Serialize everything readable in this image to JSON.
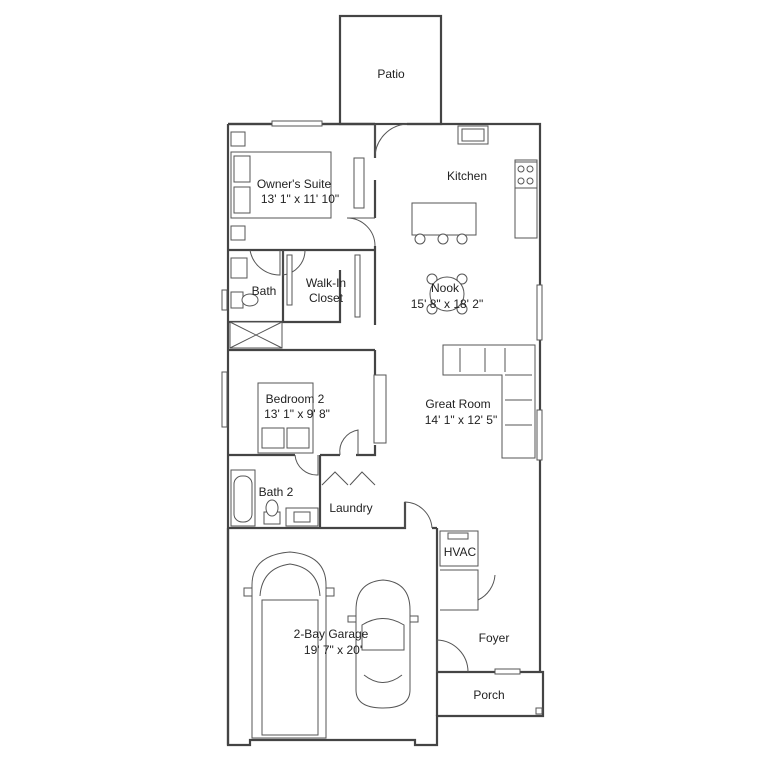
{
  "rooms": {
    "patio": {
      "name": "Patio"
    },
    "kitchen": {
      "name": "Kitchen"
    },
    "owners_suite": {
      "name": "Owner's Suite",
      "dims": "13' 1\" x 11' 10\""
    },
    "bath": {
      "name": "Bath"
    },
    "walk_in_closet": {
      "name1": "Walk-In",
      "name2": "Closet"
    },
    "nook": {
      "name": "Nook",
      "dims": "15' 8\" x 18' 2\""
    },
    "bedroom2": {
      "name": "Bedroom 2",
      "dims": "13' 1\" x 9' 8\""
    },
    "great_room": {
      "name": "Great Room",
      "dims": "14' 1\" x 12' 5\""
    },
    "bath2": {
      "name": "Bath 2"
    },
    "laundry": {
      "name": "Laundry"
    },
    "hvac": {
      "name": "HVAC"
    },
    "garage": {
      "name": "2-Bay Garage",
      "dims": "19' 7\" x 20'"
    },
    "foyer": {
      "name": "Foyer"
    },
    "porch": {
      "name": "Porch"
    }
  }
}
